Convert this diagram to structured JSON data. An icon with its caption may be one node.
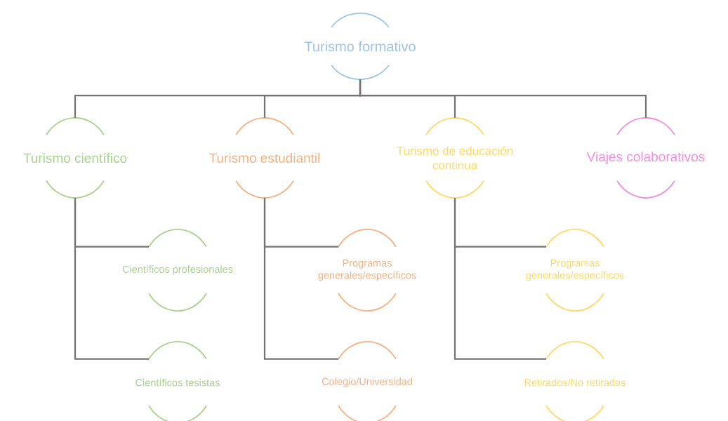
{
  "diagram": {
    "nodes": [
      {
        "text": [
          "Turismo formativo"
        ]
      },
      {
        "text": [
          "Turismo científico"
        ]
      },
      {
        "text": [
          "Turismo estudiantil"
        ]
      },
      {
        "text": [
          "Turismo de educación continua"
        ]
      },
      {
        "text": [
          "Viajes colaborativos"
        ]
      },
      {
        "text": [
          "Científicos profesionales"
        ]
      },
      {
        "text": [
          "Programas generales/específicos"
        ]
      },
      {
        "text": [
          "Programas generales/específicos"
        ]
      },
      {
        "text": [
          "Científicos tesistas"
        ]
      },
      {
        "text": [
          "Colegio/Universidad"
        ]
      },
      {
        "text": [
          "Retirados/No retirados"
        ]
      }
    ],
    "edges": [
      {
        "from": 0,
        "to": 1,
        "arrow": "none"
      },
      {
        "from": 0,
        "to": 2,
        "arrow": "none"
      },
      {
        "from": 0,
        "to": 3,
        "arrow": "none"
      },
      {
        "from": 0,
        "to": 4,
        "arrow": "none"
      },
      {
        "from": 1,
        "to": 5,
        "arrow": "none"
      },
      {
        "from": 1,
        "to": 8,
        "arrow": "none"
      },
      {
        "from": 2,
        "to": 6,
        "arrow": "none"
      },
      {
        "from": 2,
        "to": 9,
        "arrow": "none"
      },
      {
        "from": 3,
        "to": 7,
        "arrow": "none"
      },
      {
        "from": 3,
        "to": 10,
        "arrow": "none"
      }
    ]
  }
}
